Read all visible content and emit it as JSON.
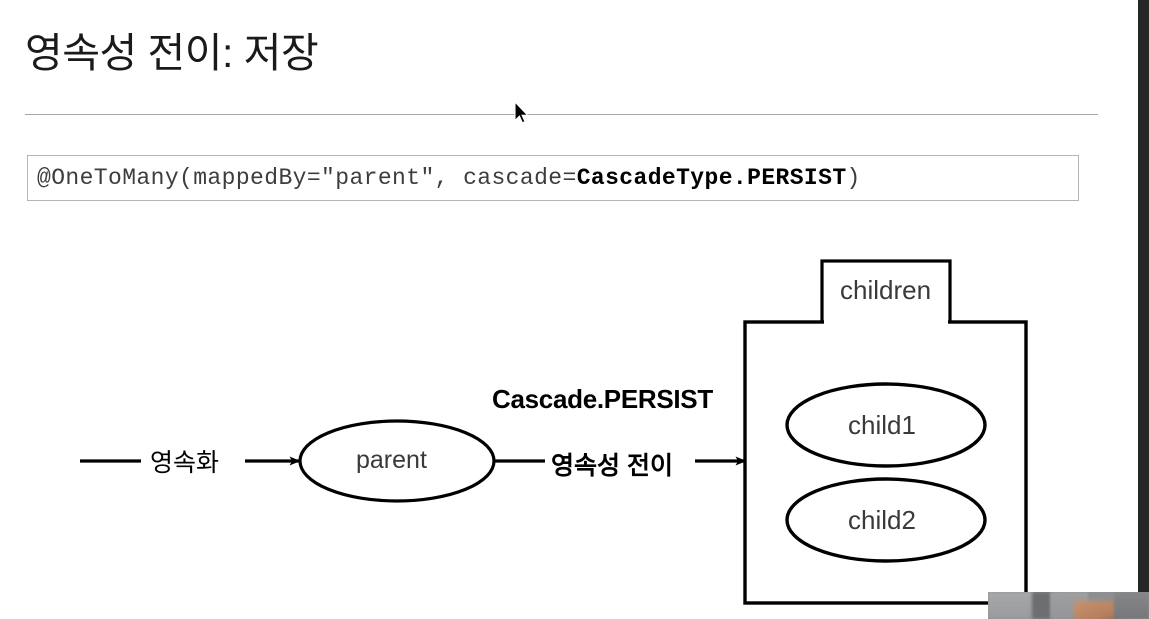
{
  "slide": {
    "title": "영속성 전이: 저장",
    "code": {
      "prefix": "@OneToMany(mappedBy=\"parent\", cascade=",
      "keyword": "CascadeType.PERSIST",
      "suffix": ")",
      "full": "@OneToMany(mappedBy=\"parent\", cascade=CascadeType.PERSIST)"
    },
    "diagram": {
      "persist_label": "영속화",
      "parent_node": "parent",
      "cascade_label": "Cascade.PERSIST",
      "cascade_transfer_label": "영속성 전이",
      "collection_tab": "children",
      "child_nodes": [
        "child1",
        "child2"
      ]
    }
  },
  "colors": {
    "background": "#ffffff",
    "title_text": "#1a1a1a",
    "rule": "#a6a6a6",
    "code_border": "#b5b5b5",
    "code_text": "#3d3d3d",
    "code_keyword": "#000000",
    "diagram_stroke": "#000000",
    "right_band": "#262626"
  }
}
